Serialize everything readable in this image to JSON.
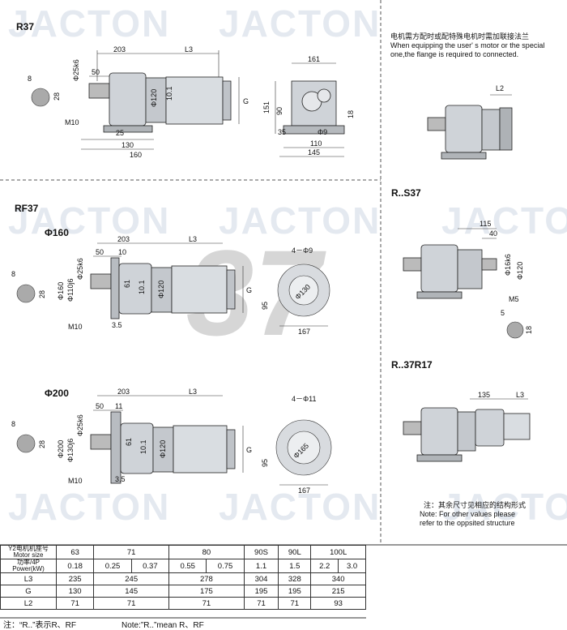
{
  "sections": {
    "r37": "R37",
    "rf37": "RF37",
    "phi160": "Φ160",
    "phi200": "Φ200",
    "rs37": "R..S37",
    "r37r17": "R..37R17"
  },
  "watermark": "JACTON",
  "big_number": "37",
  "motor_note": {
    "cn": "电机需方配时或配特殊电机时需加联接法兰",
    "en1": "When equipping the user' s motor or the special",
    "en2": "one,the flange is required to connected."
  },
  "other_note": {
    "cn": "注：其余尺寸见相应的结构形式",
    "en1": "Note: For other values please",
    "en2": "refer to the oppsited structure"
  },
  "dims": {
    "r37_203": "203",
    "r37_L3": "L3",
    "r37_50": "50",
    "r37_25k6": "Φ25k6",
    "r37_8": "8",
    "r37_28": "28",
    "r37_M10": "M10",
    "r37_25": "25",
    "r37_130": "130",
    "r37_160": "160",
    "r37_120": "Φ120",
    "r37_101": "10.1",
    "r37_G": "G",
    "r37s_161": "161",
    "r37s_151": "151",
    "r37s_90": "90",
    "r37s_18": "18",
    "r37s_35": "35",
    "r37s_9": "Φ9",
    "r37s_110": "110",
    "r37s_145": "145",
    "rf_203": "203",
    "rf_L3": "L3",
    "rf_50": "50",
    "rf_10": "10",
    "rf_8": "8",
    "rf_28": "28",
    "rf_160": "Φ160",
    "rf_110j6": "Φ110j6",
    "rf_25k6": "Φ25k6",
    "rf_61": "61",
    "rf_101": "10.1",
    "rf_120": "Φ120",
    "rf_G": "G",
    "rf_M10": "M10",
    "rf_35": "3.5",
    "rfs_4x9": "4－Φ9",
    "rfs_130": "Φ130",
    "rfs_95": "95",
    "rfs_167": "167",
    "rf2_203": "203",
    "rf2_L3": "L3",
    "rf2_50": "50",
    "rf2_11": "11",
    "rf2_8": "8",
    "rf2_28": "28",
    "rf2_200": "Φ200",
    "rf2_130j6": "Φ130j6",
    "rf2_25k6": "Φ25k6",
    "rf2_61": "61",
    "rf2_101": "10.1",
    "rf2_120": "Φ120",
    "rf2_G": "G",
    "rf2_M10": "M10",
    "rf2_35": "3.5",
    "rf2s_4x11": "4－Φ11",
    "rf2s_165": "Φ165",
    "rf2s_95": "95",
    "rf2s_167": "167",
    "side_L2": "L2",
    "rs_115": "115",
    "rs_40": "40",
    "rs_16k6": "Φ16k6",
    "rs_120": "Φ120",
    "rs_M5": "M5",
    "rs_5": "5",
    "rs_18": "18",
    "rr_135": "135",
    "rr_L3": "L3"
  },
  "table": {
    "col0": {
      "motor_cn": "Y2电机机座号",
      "motor_en": "Motor size",
      "power_cn": "功率/4P",
      "power_en": "Power(kW)"
    },
    "sizes": [
      "63",
      "71",
      "80",
      "90S",
      "90L",
      "100L"
    ],
    "power": [
      "0.18",
      "0.25",
      "0.37",
      "0.55",
      "0.75",
      "1.1",
      "1.5",
      "2.2",
      "3.0"
    ],
    "rows": [
      {
        "label": "L3",
        "values": [
          "235",
          "245",
          "278",
          "304",
          "328",
          "340"
        ]
      },
      {
        "label": "G",
        "values": [
          "130",
          "145",
          "175",
          "195",
          "195",
          "215"
        ]
      },
      {
        "label": "L2",
        "values": [
          "71",
          "71",
          "71",
          "71",
          "71",
          "93"
        ]
      }
    ]
  },
  "footer": {
    "cn": "注：“R..”表示R、RF",
    "en": "Note:”R..”mean R、RF"
  }
}
